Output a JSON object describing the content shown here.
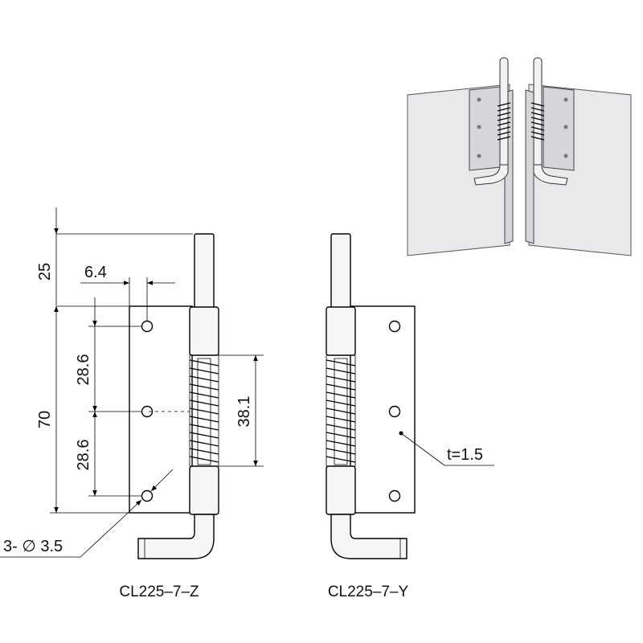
{
  "dimensions": {
    "top_extension": "25",
    "hole_offset": "6.4",
    "leaf_height": "70",
    "hole_pitch_upper": "28.6",
    "hole_pitch_lower": "28.6",
    "spring_length": "38.1",
    "hole_callout": "3- ∅ 3.5",
    "thickness": "t=1.5"
  },
  "captions": {
    "left_model": "CL225–7–Z",
    "right_model": "CL225–7–Y"
  }
}
